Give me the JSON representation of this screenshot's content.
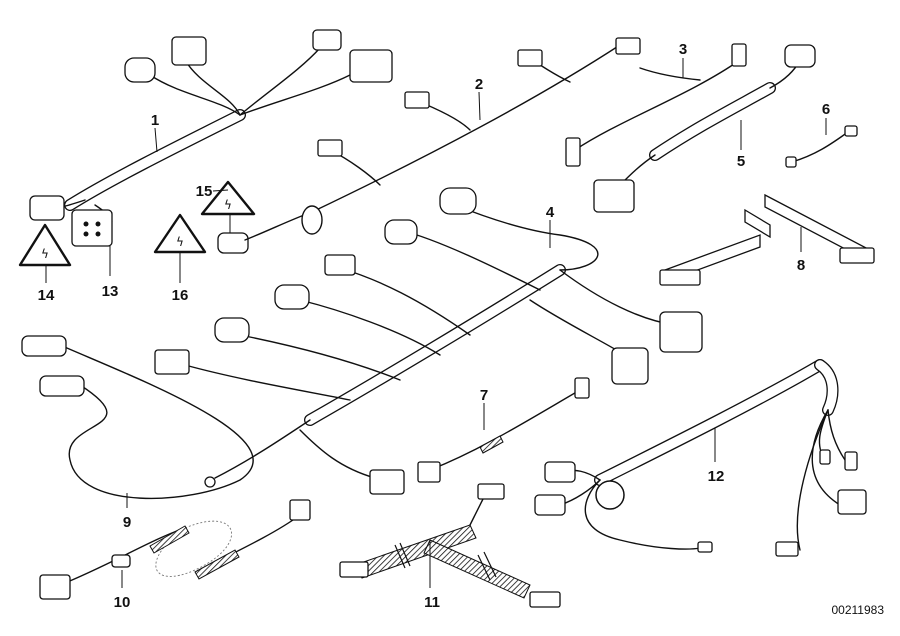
{
  "callouts": {
    "p1": "1",
    "p2": "2",
    "p3": "3",
    "p4": "4",
    "p5": "5",
    "p6": "6",
    "p7": "7",
    "p8": "8",
    "p9": "9",
    "p10": "10",
    "p11": "11",
    "p12": "12",
    "p13": "13",
    "p14": "14",
    "p15": "15",
    "p16": "16"
  },
  "image_code": "00211983"
}
